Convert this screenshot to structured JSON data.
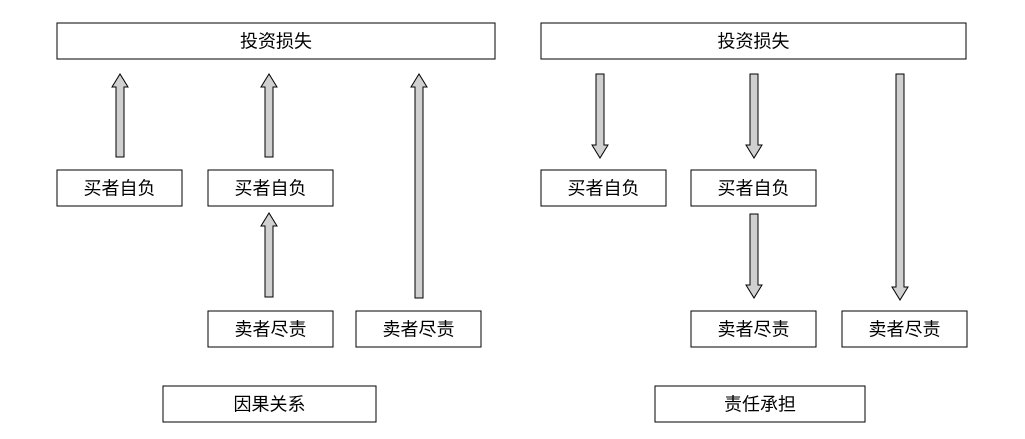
{
  "left_panel": {
    "top_label": "投资损失",
    "mid_left_label": "买者自负",
    "mid_center_label": "买者自负",
    "bottom_center_label": "卖者尽责",
    "bottom_right_label": "卖者尽责",
    "caption": "因果关系"
  },
  "right_panel": {
    "top_label": "投资损失",
    "mid_left_label": "买者自负",
    "mid_center_label": "买者自负",
    "bottom_center_label": "卖者尽责",
    "bottom_right_label": "卖者尽责",
    "caption": "责任承担"
  }
}
